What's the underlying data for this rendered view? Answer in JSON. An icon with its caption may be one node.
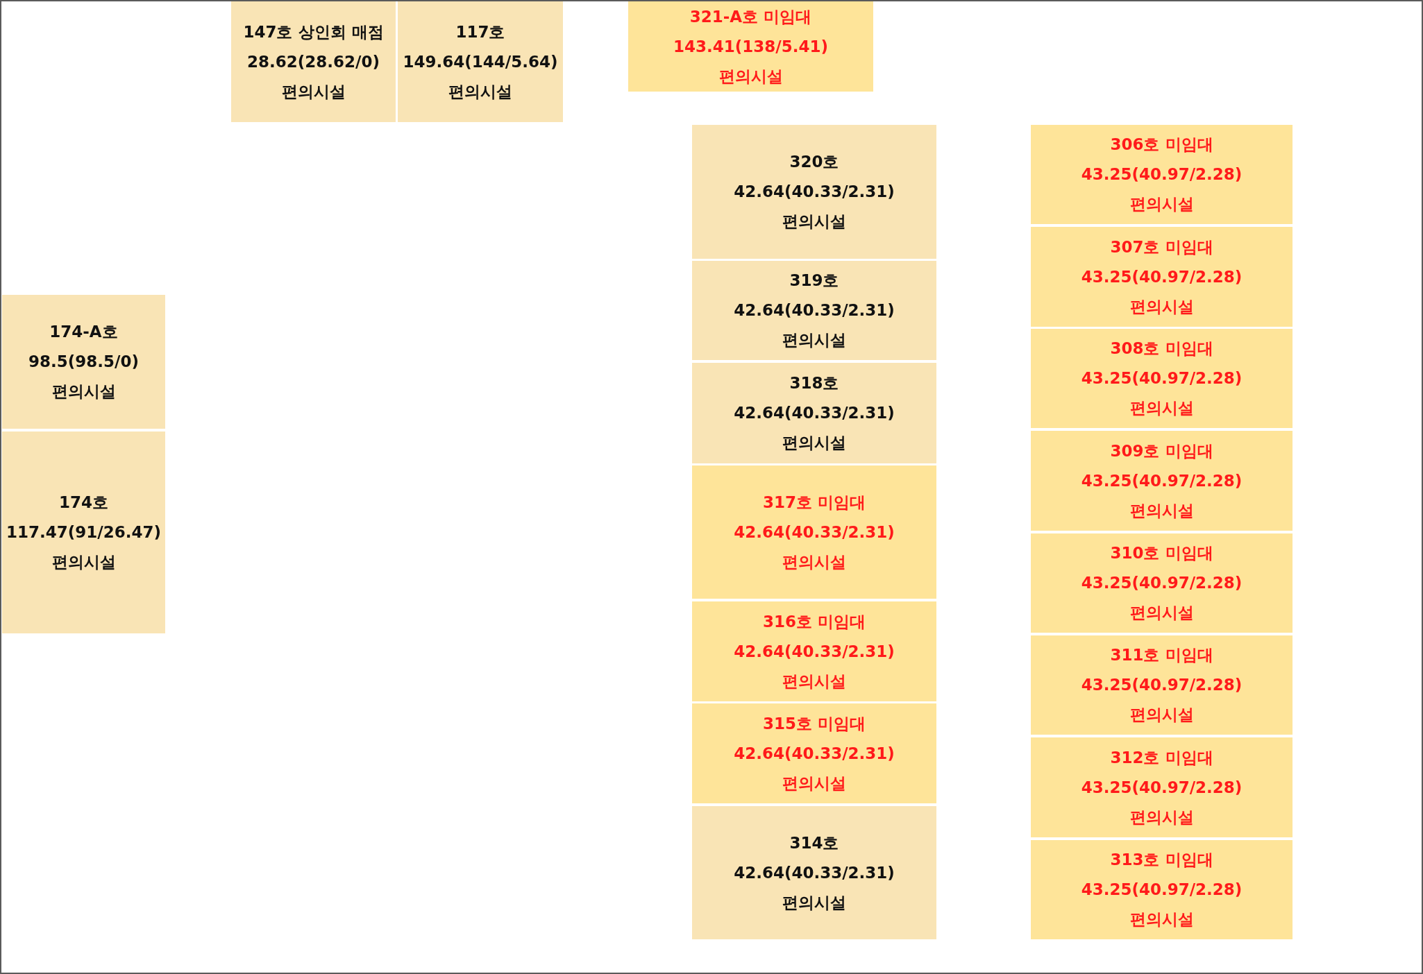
{
  "diagram": {
    "nodes": [
      {
        "text": [
          "147호 상인회 매점",
          "28.62(28.62/0)",
          "편의시설"
        ]
      },
      {
        "text": [
          "117호",
          "149.64(144/5.64)",
          "편의시설"
        ]
      },
      {
        "text": [
          "321-A호 미임대",
          "143.41(138/5.41)",
          "편의시설"
        ]
      },
      {
        "text": [
          "174-A호",
          "98.5(98.5/0)",
          "편의시설"
        ]
      },
      {
        "text": [
          "174호",
          "117.47(91/26.47)",
          "편의시설"
        ]
      },
      {
        "text": [
          "320호",
          "42.64(40.33/2.31)",
          "편의시설"
        ]
      },
      {
        "text": [
          "319호",
          "42.64(40.33/2.31)",
          "편의시설"
        ]
      },
      {
        "text": [
          "318호",
          "42.64(40.33/2.31)",
          "편의시설"
        ]
      },
      {
        "text": [
          "317호 미임대",
          "42.64(40.33/2.31)",
          "편의시설"
        ]
      },
      {
        "text": [
          "316호 미임대",
          "42.64(40.33/2.31)",
          "편의시설"
        ]
      },
      {
        "text": [
          "315호 미임대",
          "42.64(40.33/2.31)",
          "편의시설"
        ]
      },
      {
        "text": [
          "314호",
          "42.64(40.33/2.31)",
          "편의시설"
        ]
      },
      {
        "text": [
          "306호 미임대",
          "43.25(40.97/2.28)",
          "편의시설"
        ]
      },
      {
        "text": [
          "307호 미임대",
          "43.25(40.97/2.28)",
          "편의시설"
        ]
      },
      {
        "text": [
          "308호 미임대",
          "43.25(40.97/2.28)",
          "편의시설"
        ]
      },
      {
        "text": [
          "309호 미임대",
          "43.25(40.97/2.28)",
          "편의시설"
        ]
      },
      {
        "text": [
          "310호 미임대",
          "43.25(40.97/2.28)",
          "편의시설"
        ]
      },
      {
        "text": [
          "311호 미임대",
          "43.25(40.97/2.28)",
          "편의시설"
        ]
      },
      {
        "text": [
          "312호 미임대",
          "43.25(40.97/2.28)",
          "편의시설"
        ]
      },
      {
        "text": [
          "313호 미임대",
          "43.25(40.97/2.28)",
          "편의시설"
        ]
      }
    ]
  }
}
